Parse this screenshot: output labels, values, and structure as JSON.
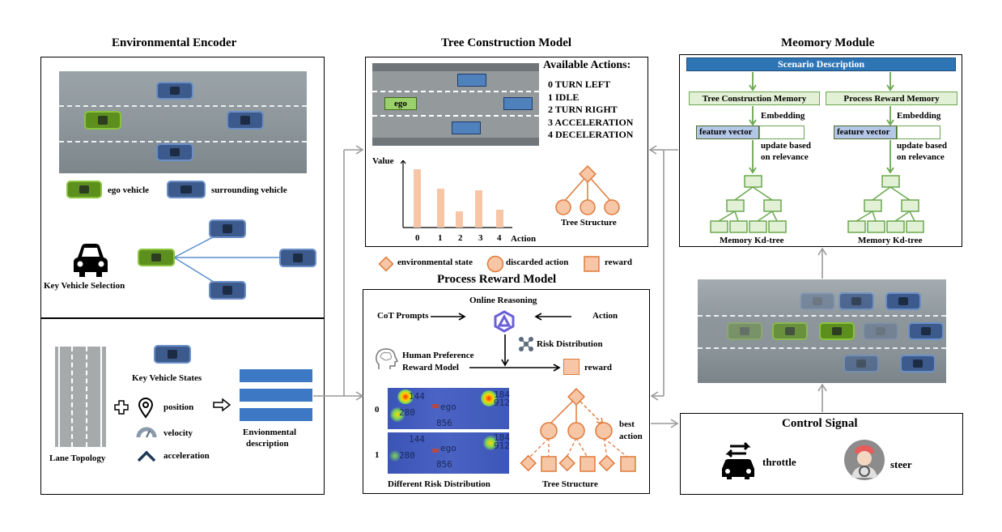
{
  "titles": {
    "env": "Environmental Encoder",
    "tree": "Tree Construction Model",
    "mem": "Meomory Module",
    "prm": "Process Reward Model",
    "ctrl": "Control Signal"
  },
  "env": {
    "ego_vehicle": "ego vehicle",
    "surrounding_vehicle": "surrounding vehicle",
    "key_vehicle_selection": "Key Vehicle Selection",
    "key_vehicle_states": "Key Vehicle States",
    "position": "position",
    "velocity": "velocity",
    "acceleration": "acceleration",
    "lane_topology": "Lane Topology",
    "env_desc_1": "Envionmental",
    "env_desc_2": "description"
  },
  "tree": {
    "available_actions": "Available Actions:",
    "actions": [
      "0 TURN LEFT",
      "1 IDLE",
      "2 TURN RIGHT",
      "3 ACCELERATION",
      "4 DECELERATION"
    ],
    "ego": "ego",
    "value_label": "Value",
    "action_label": "Action",
    "tree_structure": "Tree Structure",
    "bar_ticks": [
      "0",
      "1",
      "2",
      "3",
      "4"
    ]
  },
  "legend": {
    "env_state": "environmental state",
    "discarded": "discarded action",
    "reward": "reward"
  },
  "prm": {
    "online_reasoning": "Online Reasoning",
    "cot": "CoT Prompts",
    "action": "Action",
    "risk_distribution": "Risk Distribution",
    "hp_1": "Human Preference",
    "hp_2": "Reward Model",
    "reward": "reward",
    "best_1": "best",
    "best_2": "action",
    "different_risk": "Different Risk Distribution",
    "tree_structure": "Tree Structure",
    "row0": "0",
    "row1": "1",
    "heat0": {
      "a": "144",
      "b": "280",
      "ego": "ego",
      "c": "856",
      "d": "184",
      "e": "912"
    },
    "heat1": {
      "a": "144",
      "b": "280",
      "ego": "ego",
      "c": "856",
      "d": "184",
      "e": "912"
    }
  },
  "mem": {
    "scenario": "Scenario Description",
    "tcm": "Tree Construction Memory",
    "prm": "Process Reward Memory",
    "embedding": "Embedding",
    "feature_vector": "feature vector",
    "update_1": "update based",
    "update_2": "on relevance",
    "kdtree": "Memory Kd-tree"
  },
  "ctrl": {
    "throttle": "throttle",
    "steer": "steer"
  },
  "colors": {
    "peach_fill": "#f6c6a6",
    "peach_border": "#e07a3b",
    "green_border": "#6aa84f",
    "green_fill": "#e2f0d5",
    "scenario_blue": "#2e75b6",
    "blue_rect": "#4f81bd"
  }
}
